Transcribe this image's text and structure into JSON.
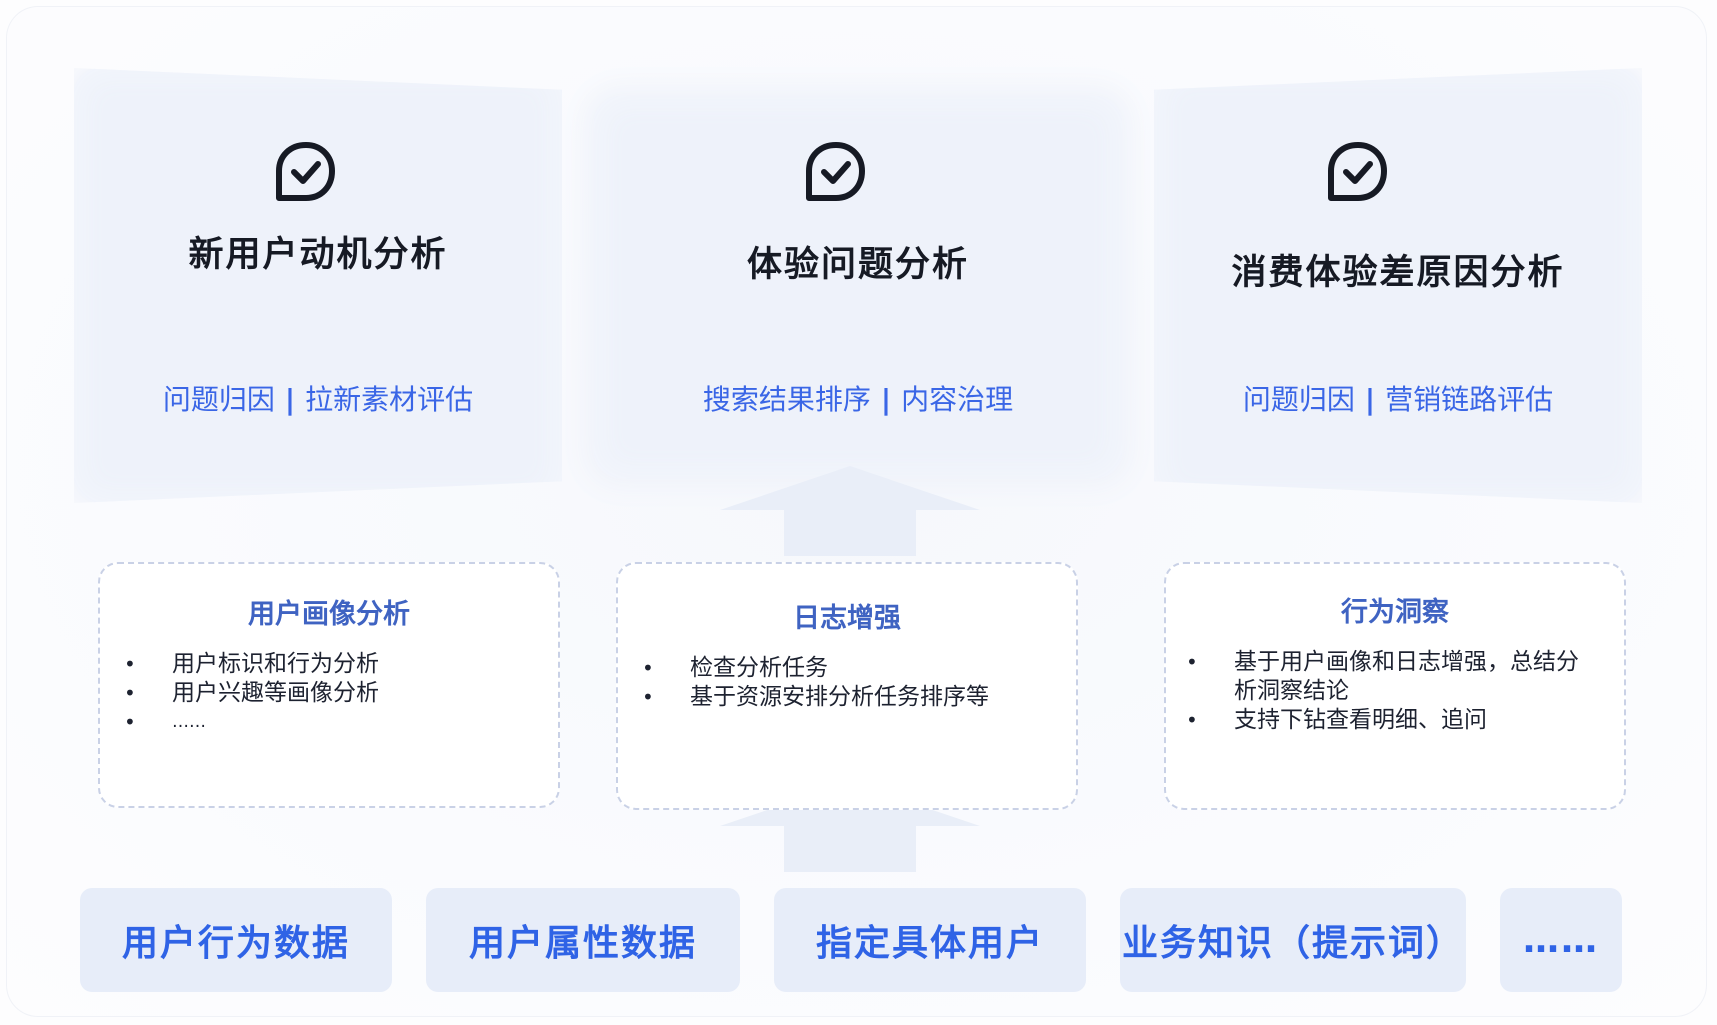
{
  "top_cards": [
    {
      "title": "新用户动机分析",
      "sub_left": "问题归因",
      "divider": "|",
      "sub_right": "拉新素材评估"
    },
    {
      "title": "体验问题分析",
      "sub_left": "搜索结果排序",
      "divider": "|",
      "sub_right": "内容治理"
    },
    {
      "title": "消费体验差原因分析",
      "sub_left": "问题归因",
      "divider": "|",
      "sub_right": "营销链路评估"
    }
  ],
  "mid_boxes": [
    {
      "title": "用户画像分析",
      "items": [
        "用户标识和行为分析",
        "用户兴趣等画像分析",
        "……"
      ]
    },
    {
      "title": "日志增强",
      "items": [
        "检查分析任务",
        "基于资源安排分析任务排序等"
      ]
    },
    {
      "title": "行为洞察",
      "items": [
        "基于用户画像和日志增强，总结分析洞察结论",
        "支持下钻查看明细、追问"
      ]
    }
  ],
  "bottom_tiles": [
    "用户行为数据",
    "用户属性数据",
    "指定具体用户",
    "业务知识（提示词）",
    "……"
  ],
  "colors": {
    "accent": "#3a66e6",
    "title": "#161a24",
    "card_bg": "#eef2fa",
    "tile_bg": "#e7edf9"
  },
  "icons": {
    "card_icon": "check-bubble-icon",
    "flow_arrow": "up-arrow-icon"
  }
}
